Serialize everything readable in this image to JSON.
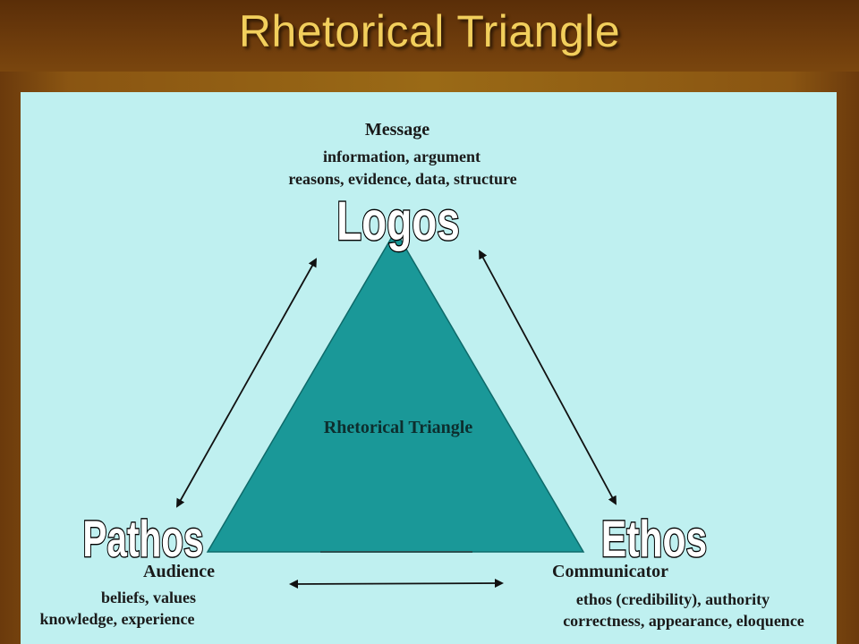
{
  "slide": {
    "title": "Rhetorical Triangle"
  },
  "diagram": {
    "center_label": "Rhetorical Triangle",
    "top": {
      "heading": "Message",
      "line1": "information, argument",
      "line2": "reasons, evidence, data, structure",
      "appeal": "Logos"
    },
    "left": {
      "heading": "Audience",
      "line1": "beliefs, values",
      "line2": "knowledge, experience",
      "appeal": "Pathos"
    },
    "right": {
      "heading": "Communicator",
      "line1": "ethos (credibility), authority",
      "line2": "correctness, appearance, eloquence",
      "appeal": "Ethos"
    },
    "colors": {
      "triangle_fill": "#1a9898",
      "panel_background": "#bff0f0",
      "title_text": "#f2cf5c"
    }
  }
}
